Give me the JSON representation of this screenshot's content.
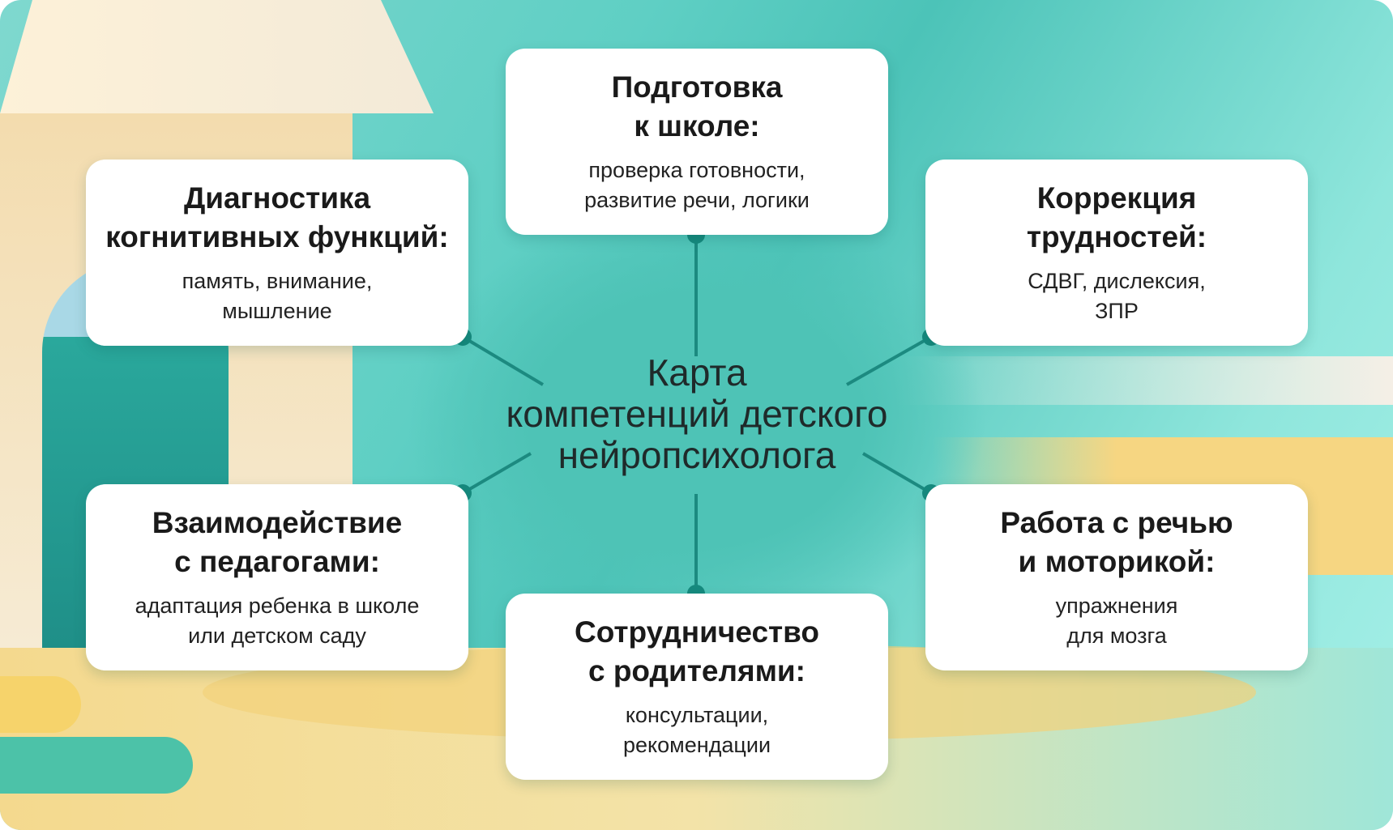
{
  "center_title": "Карта\nкомпетенций детского\nнейропсихолога",
  "colors": {
    "node": "#168a7e",
    "line": "#1c8a80"
  },
  "cards": [
    {
      "title": "Подготовка\nк школе:",
      "subtitle": "проверка готовности,\nразвитие речи, логики"
    },
    {
      "title": "Диагностика\nкогнитивных функций:",
      "subtitle": "память, внимание,\nмышление"
    },
    {
      "title": "Коррекция\nтрудностей:",
      "subtitle": "СДВГ, дислексия,\nЗПР"
    },
    {
      "title": "Взаимодействие\nс педагогами:",
      "subtitle": "адаптация ребенка в школе\nили детском саду"
    },
    {
      "title": "Работа с речью\nи моторикой:",
      "subtitle": "упражнения\nдля мозга"
    },
    {
      "title": "Сотрудничество\nс родителями:",
      "subtitle": "консультации,\nрекомендации"
    }
  ]
}
